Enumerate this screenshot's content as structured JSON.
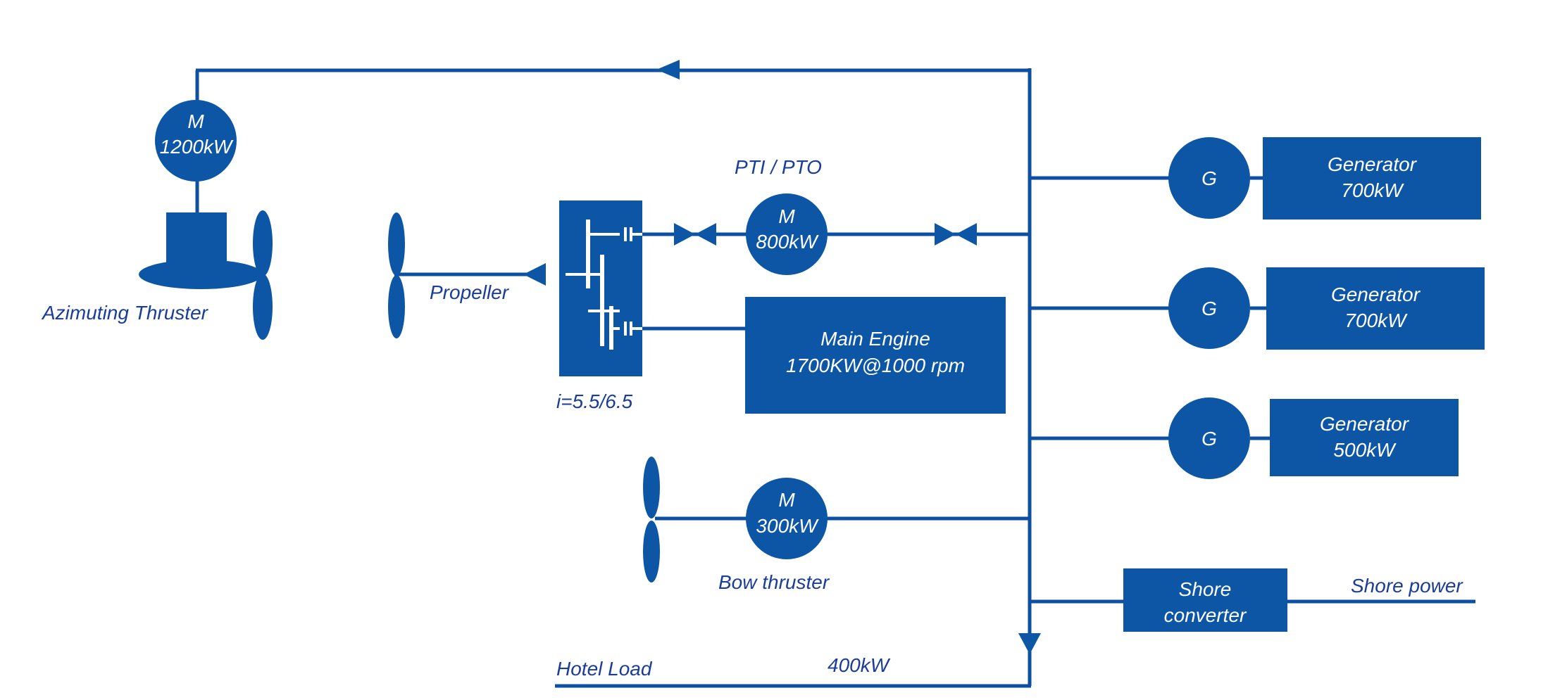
{
  "labels": {
    "azimuting_motor_m": "M",
    "azimuting_motor_power": "1200kW",
    "azimuting_thruster": "Azimuting Thruster",
    "propeller": "Propeller",
    "gearbox_ratio": "i=5.5/6.5",
    "pti_pto": "PTI / PTO",
    "pti_motor_m": "M",
    "pti_motor_power": "800kW",
    "main_engine_line1": "Main Engine",
    "main_engine_line2": "1700KW@1000 rpm",
    "bow_motor_m": "M",
    "bow_motor_power": "300kW",
    "bow_thruster": "Bow thruster",
    "gen1_g": "G",
    "gen1_line1": "Generator",
    "gen1_line2": "700kW",
    "gen2_g": "G",
    "gen2_line1": "Generator",
    "gen2_line2": "700kW",
    "gen3_g": "G",
    "gen3_line1": "Generator",
    "gen3_line2": "500kW",
    "shore_converter_line1": "Shore",
    "shore_converter_line2": "converter",
    "shore_power": "Shore power",
    "hotel_load": "Hotel Load",
    "hotel_load_power": "400kW"
  },
  "colors": {
    "line": "#0d4fa3",
    "block": "#0d56a6",
    "text": "#1a3d99"
  }
}
